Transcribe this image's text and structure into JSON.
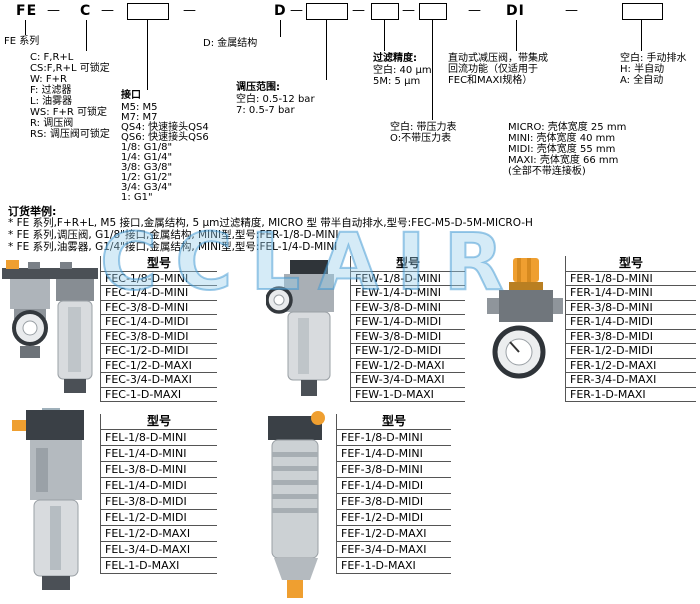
{
  "watermark": {
    "text": "CCLAIR"
  },
  "code": {
    "fe": "FE",
    "c": "C",
    "d": "D",
    "di": "DI",
    "dash": "—"
  },
  "annotations": {
    "fe_series": "FE 系列",
    "c_options": [
      "C: F,R+L",
      "CS:F,R+L 可锁定",
      "W: F+R",
      "F: 过滤器",
      "L: 油雾器",
      "WS: F+R 可锁定",
      "R: 调压阀",
      "RS: 调压阀可锁定"
    ],
    "port_header": "接口",
    "port_options": [
      "M5: M5",
      "M7: M7",
      "QS4: 快速接头QS4",
      "QS6: 快速接头QS6",
      "1/8: G1/8\"",
      "1/4: G1/4\"",
      "3/8: G3/8\"",
      "1/2: G1/2\"",
      "3/4: G3/4\"",
      "1: G1\""
    ],
    "d_metal": "D: 金属结构",
    "pressure_header": "调压范围:",
    "pressure_options": [
      "空白: 0.5-12 bar",
      "7: 0.5-7 bar"
    ],
    "filtration_header": "过滤精度:",
    "filtration_options": [
      "空白: 40 μm",
      "5M: 5 μm"
    ],
    "gauge_options": [
      "空白: 带压力表",
      "O:不带压力表"
    ],
    "di_note": "直动式减压阀，带集成回流功能（仅适用于FEC和MAXI规格）",
    "size_options": [
      "MICRO: 壳体宽度 25 mm",
      "MINI: 壳体宽度 40 mm",
      "MIDI: 壳体宽度 55 mm",
      "MAXI: 壳体宽度 66 mm",
      "(全部不带连接板)"
    ],
    "drain_options": [
      "空白: 手动排水",
      "H: 半自动",
      "A: 全自动"
    ]
  },
  "examples": {
    "header": "订货举例:",
    "items": [
      "* FE 系列,F+R+L, M5 接口,金属结构, 5 μm过滤精度, MICRO 型 带半自动排水,型号:FEC-M5-D-5M-MICRO-H",
      "* FE 系列,调压阀, G1/8\"接口,金属结构, MINI型,型号:FER-1/8-D-MINI",
      "* FE 系列,油雾器, G1/4\"接口,金属结构, MINI型,型号:FEL-1/4-D-MINI"
    ]
  },
  "products": {
    "fec": {
      "header": "型号",
      "models": [
        "FEC-1/8-D-MINI",
        "FEC-1/4-D-MINI",
        "FEC-3/8-D-MINI",
        "FEC-1/4-D-MIDI",
        "FEC-3/8-D-MIDI",
        "FEC-1/2-D-MIDI",
        "FEC-1/2-D-MAXI",
        "FEC-3/4-D-MAXI",
        "FEC-1-D-MAXI"
      ]
    },
    "few": {
      "header": "型号",
      "models": [
        "FEW-1/8-D-MINI",
        "FEW-1/4-D-MINI",
        "FEW-3/8-D-MINI",
        "FEW-1/4-D-MIDI",
        "FEW-3/8-D-MIDI",
        "FEW-1/2-D-MIDI",
        "FEW-1/2-D-MAXI",
        "FEW-3/4-D-MAXI",
        "FEW-1-D-MAXI"
      ]
    },
    "fer": {
      "header": "型号",
      "models": [
        "FER-1/8-D-MINI",
        "FER-1/4-D-MINI",
        "FER-3/8-D-MINI",
        "FER-1/4-D-MIDI",
        "FER-3/8-D-MIDI",
        "FER-1/2-D-MIDI",
        "FER-1/2-D-MAXI",
        "FER-3/4-D-MAXI",
        "FER-1-D-MAXI"
      ]
    },
    "fel": {
      "header": "型号",
      "models": [
        "FEL-1/8-D-MINI",
        "FEL-1/4-D-MINI",
        "FEL-3/8-D-MINI",
        "FEL-1/4-D-MIDI",
        "FEL-3/8-D-MIDI",
        "FEL-1/2-D-MIDI",
        "FEL-1/2-D-MAXI",
        "FEL-3/4-D-MAXI",
        "FEL-1-D-MAXI"
      ]
    },
    "fef": {
      "header": "型号",
      "models": [
        "FEF-1/8-D-MINI",
        "FEF-1/4-D-MINI",
        "FEF-3/8-D-MINI",
        "FEF-1/4-D-MIDI",
        "FEF-3/8-D-MIDI",
        "FEF-1/2-D-MIDI",
        "FEF-1/2-D-MAXI",
        "FEF-3/4-D-MAXI",
        "FEF-1-D-MAXI"
      ]
    }
  }
}
